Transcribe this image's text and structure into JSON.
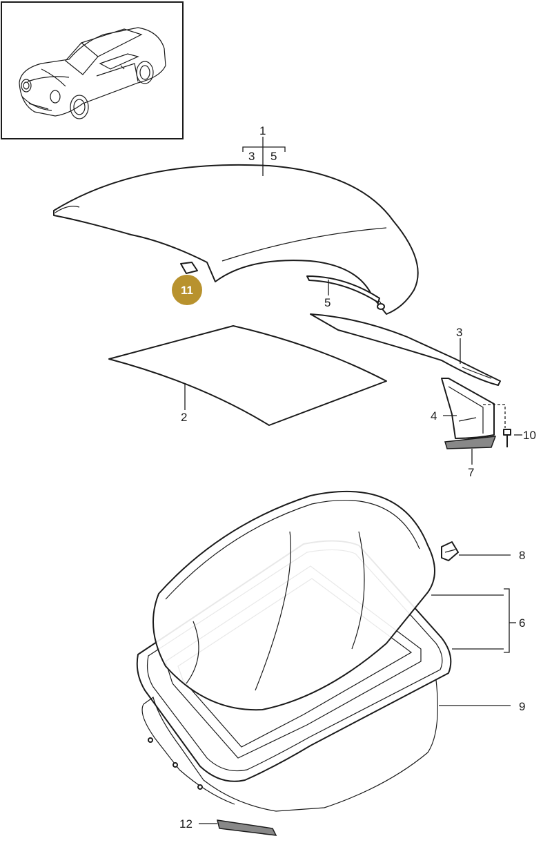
{
  "colors": {
    "line": "#1a1a1a",
    "badge": "#b8922e",
    "background": "#ffffff"
  },
  "parts": [
    {
      "id": "1",
      "label": "1"
    },
    {
      "id": "1-sub-3",
      "label": "3"
    },
    {
      "id": "1-sub-5",
      "label": "5"
    },
    {
      "id": "2",
      "label": "2"
    },
    {
      "id": "3",
      "label": "3"
    },
    {
      "id": "4",
      "label": "4"
    },
    {
      "id": "5",
      "label": "5"
    },
    {
      "id": "6",
      "label": "6"
    },
    {
      "id": "7",
      "label": "7"
    },
    {
      "id": "8",
      "label": "8"
    },
    {
      "id": "9",
      "label": "9"
    },
    {
      "id": "10",
      "label": "10"
    },
    {
      "id": "12",
      "label": "12"
    }
  ],
  "highlight": {
    "label": "11"
  }
}
